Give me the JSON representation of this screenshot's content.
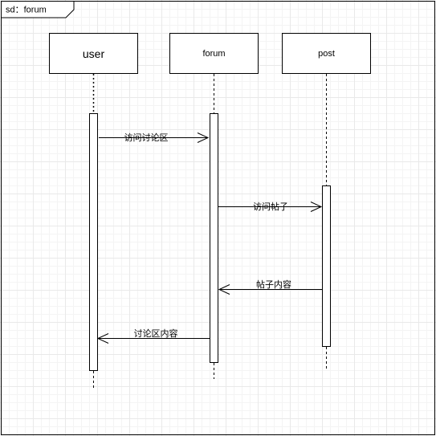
{
  "frame": {
    "label": "sd：forum"
  },
  "lifelines": [
    {
      "id": "user",
      "label": "user"
    },
    {
      "id": "forum",
      "label": "forum"
    },
    {
      "id": "post",
      "label": "post"
    }
  ],
  "messages": [
    {
      "from": "user",
      "to": "forum",
      "label": "访问讨论区",
      "type": "sync"
    },
    {
      "from": "forum",
      "to": "post",
      "label": "访问帖子",
      "type": "sync"
    },
    {
      "from": "post",
      "to": "forum",
      "label": "帖子内容",
      "type": "reply"
    },
    {
      "from": "forum",
      "to": "user",
      "label": "讨论区内容",
      "type": "reply"
    }
  ]
}
